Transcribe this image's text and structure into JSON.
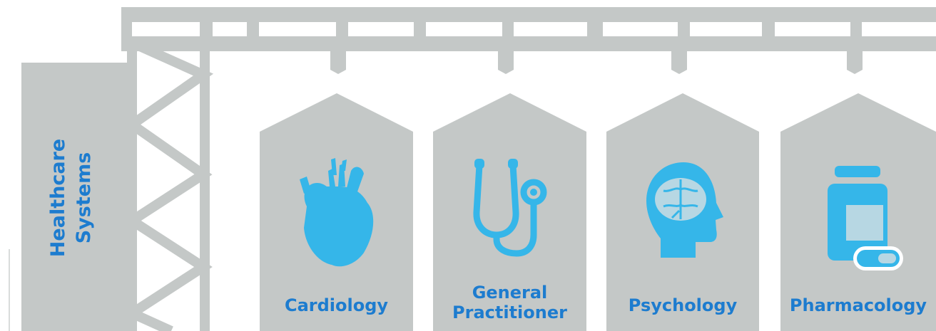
{
  "side_panel": {
    "line1": "Healthcare",
    "line2": "Systems"
  },
  "silos": [
    {
      "icon": "heart-icon",
      "line1": "Cardiology",
      "line2": ""
    },
    {
      "icon": "stethoscope-icon",
      "line1": "General",
      "line2": "Practitioner"
    },
    {
      "icon": "brain-head-icon",
      "line1": "Psychology",
      "line2": ""
    },
    {
      "icon": "medicine-bottle-icon",
      "line1": "Pharmacology",
      "line2": ""
    }
  ],
  "colors": {
    "structure": "#c4c8c7",
    "icon": "#35b6e9",
    "text": "#1d7ccf"
  }
}
